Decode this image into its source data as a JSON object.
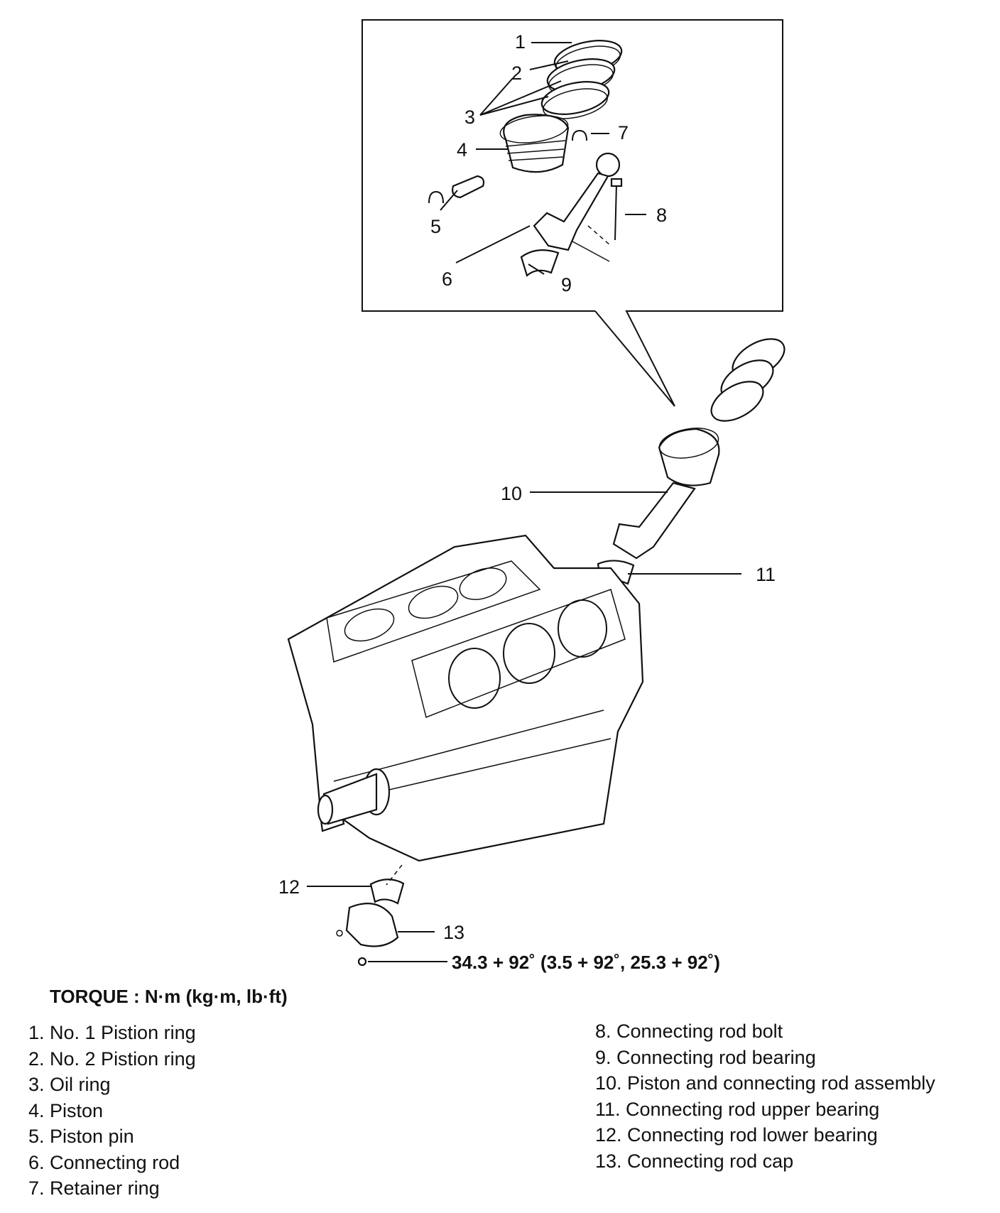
{
  "callouts": {
    "c1": "1",
    "c2": "2",
    "c3": "3",
    "c4": "4",
    "c5": "5",
    "c6": "6",
    "c7": "7",
    "c8": "8",
    "c9": "9",
    "c10": "10",
    "c11": "11",
    "c12": "12",
    "c13": "13"
  },
  "torque_value": "34.3 + 92˚ (3.5 + 92˚, 25.3 + 92˚)",
  "torque_heading": "TORQUE : N·m (kg·m, lb·ft)",
  "legend": {
    "left": [
      "1. No. 1 Pistion ring",
      "2. No. 2 Pistion ring",
      "3. Oil ring",
      "4. Piston",
      "5. Piston pin",
      "6. Connecting rod",
      "7.  Retainer ring"
    ],
    "right": [
      "8. Connecting rod bolt",
      "9. Connecting rod bearing",
      "10. Piston and connecting rod assembly",
      "11. Connecting rod upper bearing",
      "12. Connecting rod lower bearing",
      "13. Connecting rod cap"
    ]
  }
}
